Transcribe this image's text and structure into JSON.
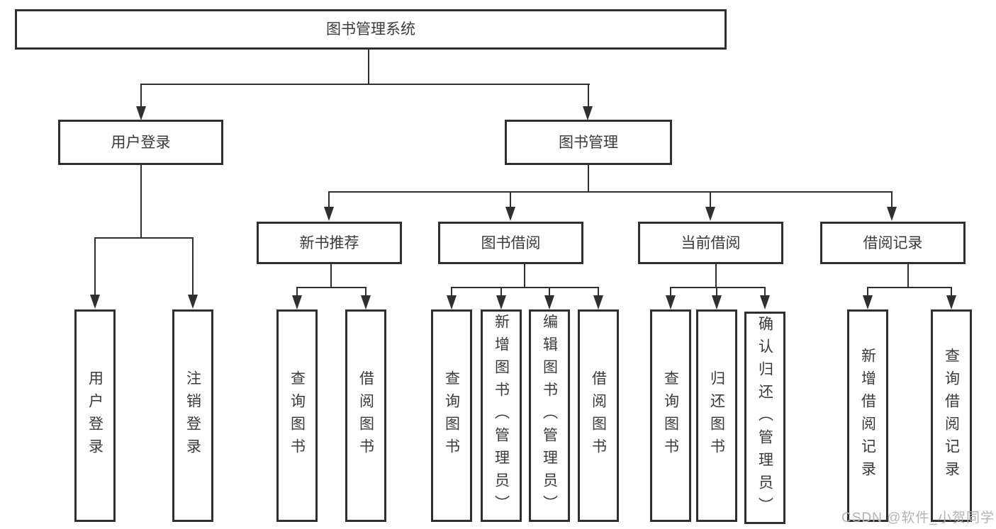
{
  "diagram": {
    "root": "图书管理系统",
    "level2": {
      "user": {
        "label": "用户登录",
        "children": [
          "用户登录",
          "注销登录"
        ]
      },
      "books": {
        "label": "图书管理"
      }
    },
    "level3": {
      "recommend": {
        "label": "新书推荐",
        "children": [
          "查询图书",
          "借阅图书"
        ]
      },
      "borrow": {
        "label": "图书借阅",
        "children": [
          "查询图书",
          "新增图书（管理员）",
          "编辑图书（管理员）",
          "借阅图书"
        ]
      },
      "current": {
        "label": "当前借阅",
        "children": [
          "查询图书",
          "归还图书",
          "确认归还（管理员）"
        ]
      },
      "records": {
        "label": "借阅记录",
        "children": [
          "新增借阅记录",
          "查询借阅记录"
        ]
      }
    }
  },
  "watermark": "CSDN @软件_小贺同学",
  "colors": {
    "line": "#2f2f2f",
    "text": "#3a3a3a",
    "watermark": "#b3b3b3",
    "background": "#ffffff"
  }
}
